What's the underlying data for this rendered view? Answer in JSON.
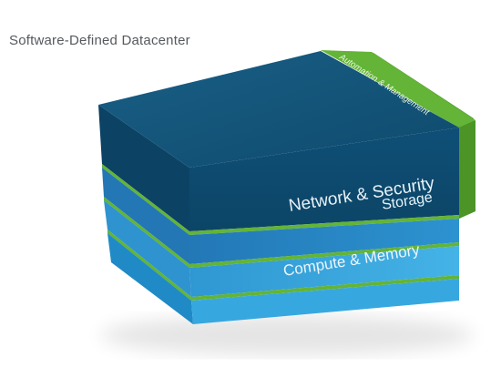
{
  "diagram": {
    "title": "Software-Defined Datacenter",
    "layers": [
      {
        "id": "network",
        "label": "Network & Security",
        "color": "#145780"
      },
      {
        "id": "storage",
        "label": "Storage",
        "color": "#2a8fcf"
      },
      {
        "id": "compute",
        "label": "Compute & Memory",
        "color": "#3aaee4"
      }
    ],
    "side_band": {
      "label": "Automation & Management",
      "color": "#5aa62e"
    }
  }
}
